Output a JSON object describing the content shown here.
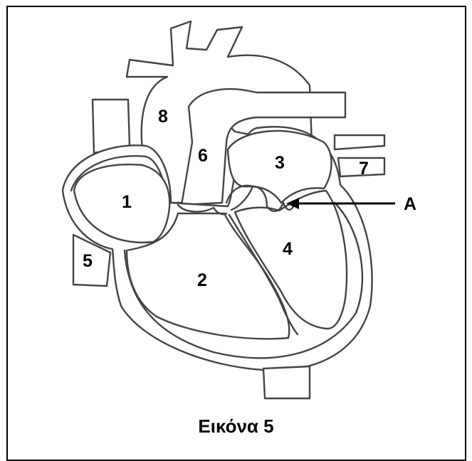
{
  "figure": {
    "caption": "Εικόνα 5",
    "labels": {
      "l1": "1",
      "l2": "2",
      "l3": "3",
      "l4": "4",
      "l5": "5",
      "l6": "6",
      "l7": "7",
      "l8": "8",
      "pointer": "A"
    }
  }
}
